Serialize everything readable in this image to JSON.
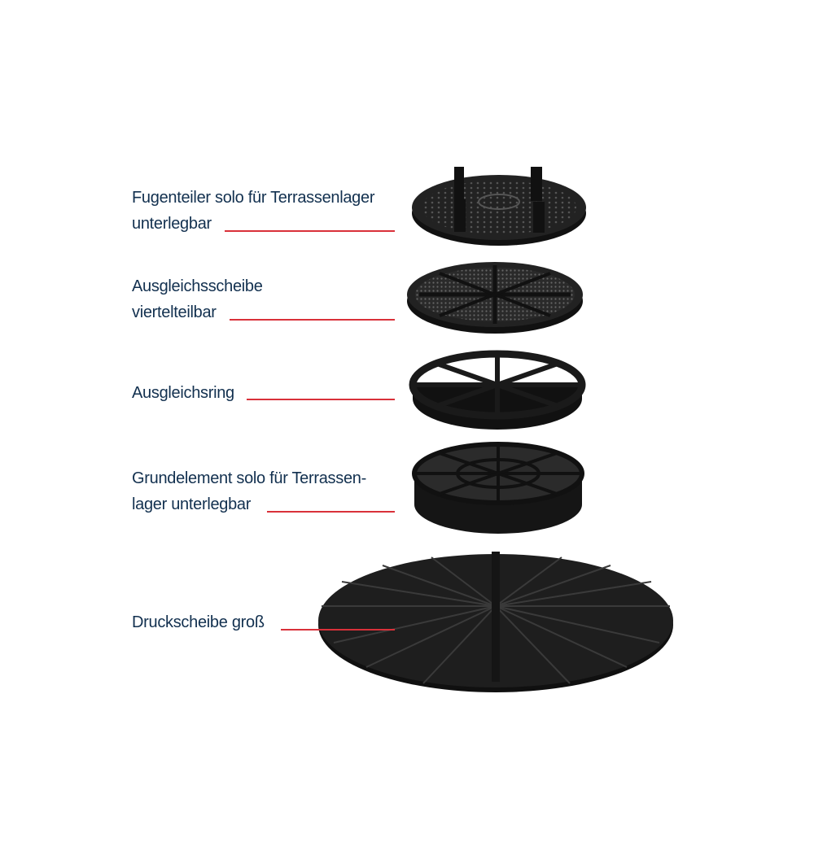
{
  "parts": [
    {
      "line1": "Fugenteiler solo für Terrassenlager",
      "line2": "unterlegbar"
    },
    {
      "line1": "Ausgleichsscheibe",
      "line2": "viertelteilbar"
    },
    {
      "line1": "Ausgleichsring"
    },
    {
      "line1": "Grundelement solo für Terrassen-",
      "line2": "lager unterlegbar"
    },
    {
      "line1": "Druckscheibe groß"
    }
  ],
  "colors": {
    "text": "#12304f",
    "leader_line": "#d9313a",
    "part": "#1c1c1c"
  }
}
